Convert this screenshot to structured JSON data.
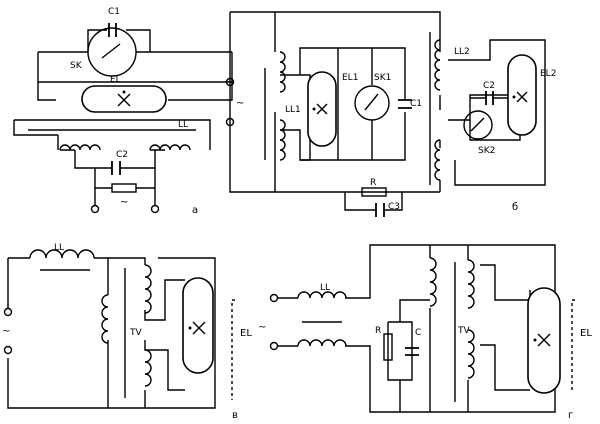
{
  "panels": {
    "a": {
      "letter": "a",
      "labels": {
        "c1": "C1",
        "sk": "SK",
        "el": "EL",
        "ll": "LL",
        "c2": "C2",
        "ac": "~"
      }
    },
    "b": {
      "letter": "б",
      "labels": {
        "ll2": "LL2",
        "el1": "EL1",
        "sk1": "SK1",
        "c1": "C1",
        "ll1": "LL1",
        "c2": "C2",
        "el2": "EL2",
        "sk2": "SK2",
        "r": "R",
        "c3": "C3",
        "ac": "~"
      }
    },
    "v": {
      "letter": "в",
      "labels": {
        "ll": "LL",
        "tv": "TV",
        "el": "EL",
        "ac": "~"
      }
    },
    "g": {
      "letter": "г",
      "labels": {
        "ll": "LL",
        "r": "R",
        "c": "C",
        "tv": "TV",
        "el": "EL",
        "ac": "~"
      }
    }
  }
}
